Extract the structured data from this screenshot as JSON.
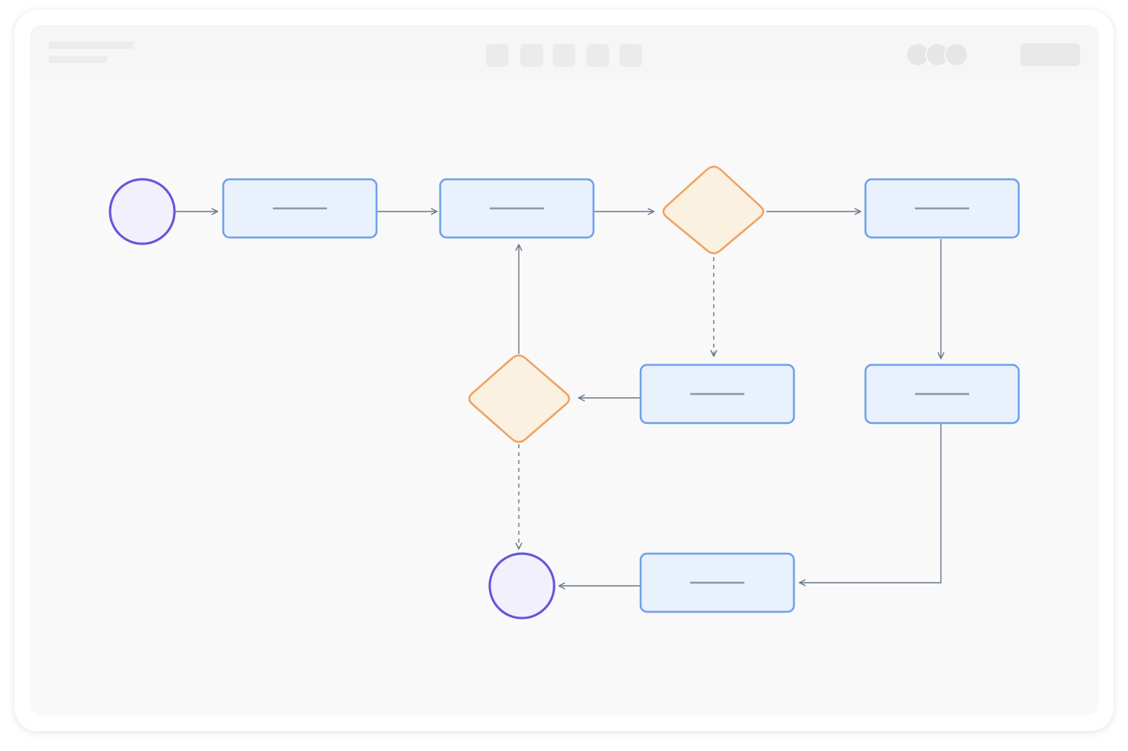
{
  "colors": {
    "frame_bg": "#ffffff",
    "canvas_bg": "#f9f9f9",
    "toolbar_bg": "#f6f6f6",
    "placeholder": "#ebebeb",
    "terminal_stroke": "#6456d9",
    "terminal_fill": "#f1f0fc",
    "process_stroke": "#6fa1ea",
    "process_fill": "#e9f1fd",
    "decision_stroke": "#f0a262",
    "decision_fill": "#faf1e1",
    "connector": "#6c7a8b",
    "label_placeholder": "#8f99a6"
  },
  "diagram": {
    "type": "flowchart",
    "nodes": [
      {
        "id": "start",
        "kind": "terminal"
      },
      {
        "id": "step-1",
        "kind": "process"
      },
      {
        "id": "step-2",
        "kind": "process"
      },
      {
        "id": "decision-1",
        "kind": "decision"
      },
      {
        "id": "step-3",
        "kind": "process"
      },
      {
        "id": "step-4",
        "kind": "process"
      },
      {
        "id": "decision-2",
        "kind": "decision"
      },
      {
        "id": "step-5",
        "kind": "process"
      },
      {
        "id": "step-6",
        "kind": "process"
      },
      {
        "id": "end",
        "kind": "terminal"
      }
    ],
    "edges": [
      {
        "from": "start",
        "to": "step-1",
        "style": "solid"
      },
      {
        "from": "step-1",
        "to": "step-2",
        "style": "solid"
      },
      {
        "from": "step-2",
        "to": "decision-1",
        "style": "solid"
      },
      {
        "from": "decision-1",
        "to": "step-3",
        "style": "solid"
      },
      {
        "from": "decision-1",
        "to": "step-4",
        "style": "dashed"
      },
      {
        "from": "step-3",
        "to": "step-5",
        "style": "solid"
      },
      {
        "from": "step-4",
        "to": "decision-2",
        "style": "solid"
      },
      {
        "from": "decision-2",
        "to": "step-2",
        "style": "solid"
      },
      {
        "from": "decision-2",
        "to": "end",
        "style": "dashed"
      },
      {
        "from": "step-5",
        "to": "step-6",
        "style": "solid"
      },
      {
        "from": "step-6",
        "to": "end",
        "style": "solid"
      }
    ]
  }
}
